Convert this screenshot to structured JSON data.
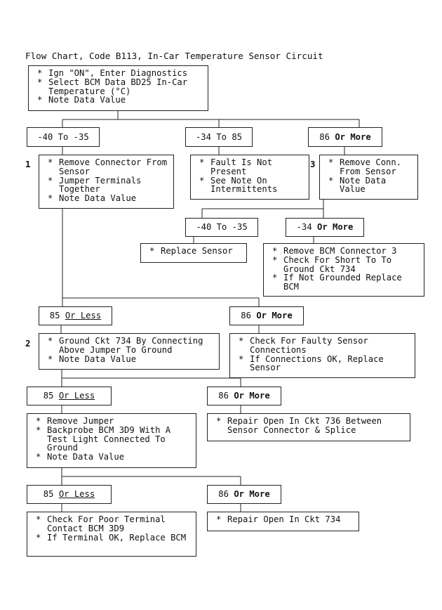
{
  "title": "Flow Chart, Code B113, In-Car Temperature Sensor Circuit",
  "step_numbers": [
    "1",
    "2",
    "3"
  ],
  "start": [
    "Ign \"ON\", Enter Diagnostics",
    "Select BCM Data BD25 In-Car Temperature (°C)",
    "Note Data Value"
  ],
  "range_m40_m35": "-40 To -35",
  "range_m34_85": "-34 To 85",
  "range_86_more": {
    "num": "86",
    "word": "Or More"
  },
  "step1": [
    "Remove Connector From Sensor",
    "Jumper Terminals Together",
    "Note Data Value"
  ],
  "no_fault": [
    "Fault Is Not Present",
    "See Note On Intermittents"
  ],
  "step3": [
    "Remove Conn. From Sensor",
    "Note Data Value"
  ],
  "sub_m40_m35": "-40 To -35",
  "sub_m34_more": {
    "num": "-34",
    "word": "Or More"
  },
  "replace_sensor": [
    "Replace Sensor"
  ],
  "bcm_short": [
    "Remove BCM Connector 3",
    "Check For Short To To Ground Ckt 734",
    "If Not Grounded Replace BCM"
  ],
  "r85_less_1": {
    "num": "85",
    "word": "Or Less"
  },
  "r86_more_1": {
    "num": "86",
    "word": "Or More"
  },
  "step2": [
    "Ground Ckt 734 By Connecting Above Jumper To Ground",
    "Note Data Value"
  ],
  "faulty_conn": [
    "Check For Faulty Sensor Connections",
    "If Connections OK, Replace Sensor"
  ],
  "r85_less_2": {
    "num": "85",
    "word": "Or Less"
  },
  "r86_more_2": {
    "num": "86",
    "word": "Or More"
  },
  "jumper": [
    "Remove Jumper",
    "Backprobe BCM 3D9 With A Test Light Connected To Ground",
    "Note Data Value"
  ],
  "open_736": [
    "Repair Open In Ckt 736 Between Sensor Connector & Splice"
  ],
  "r85_less_3": {
    "num": "85",
    "word": "Or Less"
  },
  "r86_more_3": {
    "num": "86",
    "word": "Or More"
  },
  "poor_contact": [
    "Check For Poor Terminal Contact BCM 3D9",
    "If Terminal OK, Replace BCM"
  ],
  "open_734": [
    "Repair Open In Ckt 734"
  ]
}
